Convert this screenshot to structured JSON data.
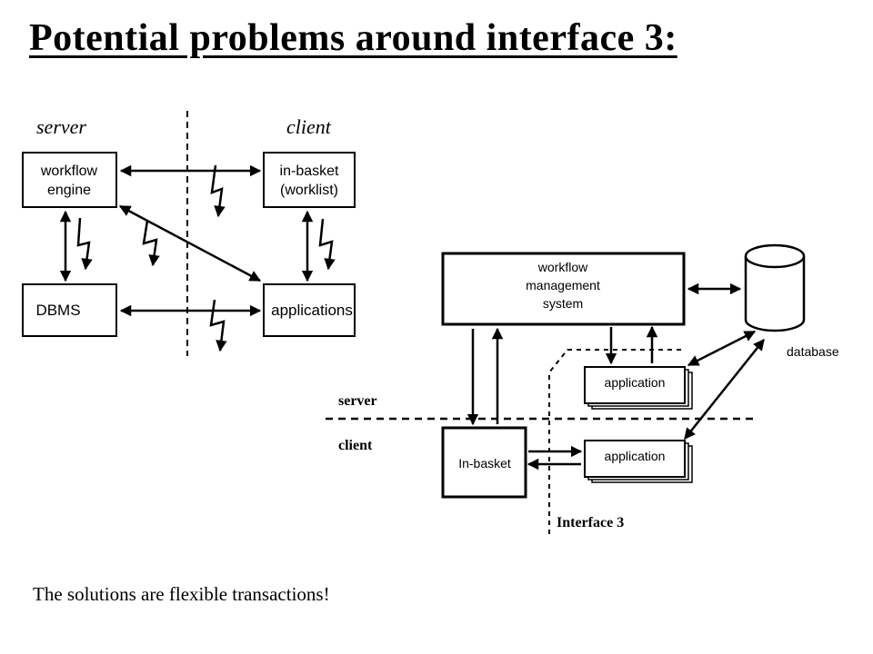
{
  "slide": {
    "title": "Potential problems around interface 3:",
    "footer": "The solutions are flexible transactions!"
  },
  "left_diagram": {
    "server_label": "server",
    "client_label": "client",
    "workflow_engine": [
      "workflow",
      "engine"
    ],
    "in_basket": [
      "in-basket",
      "(worklist)"
    ],
    "dbms": "DBMS",
    "applications": "applications"
  },
  "right_diagram": {
    "wfms": [
      "workflow",
      "management",
      "system"
    ],
    "database": "database",
    "application_top": "application",
    "application_bottom": "application",
    "in_basket": "In-basket",
    "server_label": "server",
    "client_label": "client",
    "interface_label": "Interface 3"
  }
}
